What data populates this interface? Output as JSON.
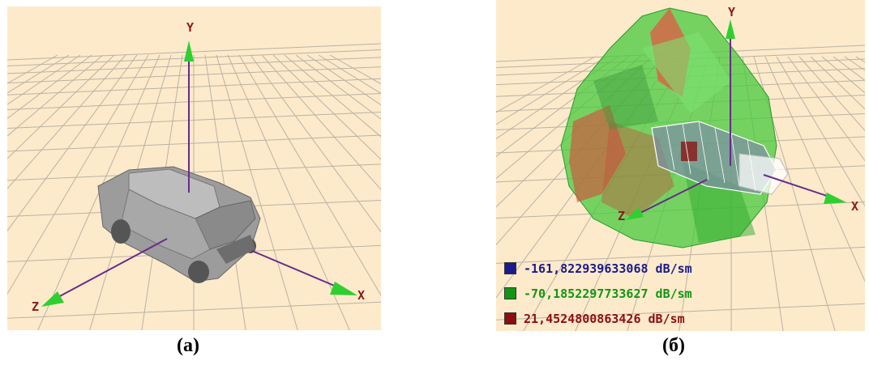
{
  "panels": [
    {
      "caption": "(a)",
      "axes": {
        "x": "X",
        "y": "Y",
        "z": "Z"
      },
      "object": "car-model"
    },
    {
      "caption": "(б)",
      "axes": {
        "x": "X",
        "y": "Y",
        "z": "Z"
      },
      "object": "car-model-with-radar-pattern",
      "legend": [
        {
          "label": "-161,822939633068 dB/sm",
          "color": "#1a1a8c"
        },
        {
          "label": "-70,1852297733627 dB/sm",
          "color": "#129612"
        },
        {
          "label": "21,4524800863426 dB/sm",
          "color": "#8c0e0e"
        }
      ]
    }
  ],
  "colors": {
    "background": "#fdeacb",
    "grid": "#b9b2a4",
    "axis_line": "#6a2a8a",
    "axis_arrow": "#2fcf2f",
    "axis_label": "#8c1a1a"
  }
}
